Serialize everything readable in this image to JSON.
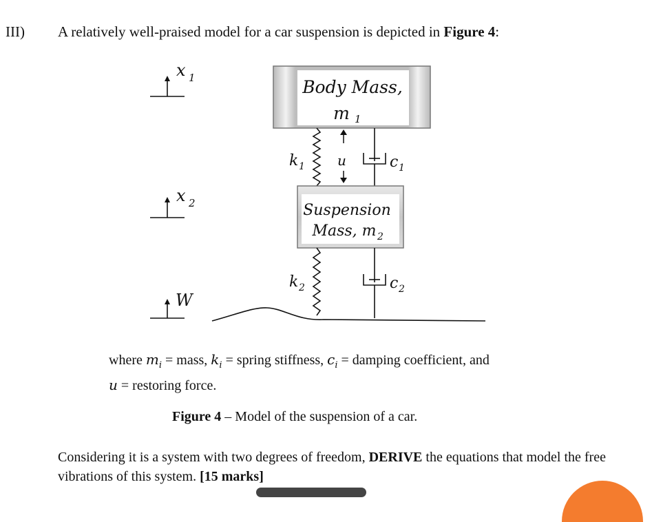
{
  "question": {
    "number": "III)",
    "intro_before": "A relatively well-praised model for a car suspension is depicted in ",
    "intro_bold": "Figure 4",
    "intro_after": ":"
  },
  "diagram": {
    "body_mass_line1": "Body Mass,",
    "body_mass_line2": "m",
    "body_mass_sub": "1",
    "suspension_line1": "Suspension",
    "suspension_line2": "Mass, m",
    "suspension_sub": "2",
    "k1": "k",
    "k1_sub": "1",
    "c1": "c",
    "c1_sub": "1",
    "k2": "k",
    "k2_sub": "2",
    "c2": "c",
    "c2_sub": "2",
    "u_label": "u",
    "x1": "x",
    "x1_sub": "1",
    "x2": "x",
    "x2_sub": "2",
    "w": "W"
  },
  "where": {
    "w1": "where ",
    "m": "m",
    "i": "i",
    "t1": " = mass, ",
    "k": "k",
    "t2": " = spring stiffness, ",
    "c": "c",
    "t3": " = damping coefficient, and",
    "u": "u",
    "t4": " = restoring force."
  },
  "caption": {
    "bold": "Figure 4",
    "rest": " – Model of the suspension of a car."
  },
  "paragraph": {
    "p1": "Considering it is a system with two degrees of freedom, ",
    "bold1": "DERIVE",
    "p2": " the equations that model the free vibrations of this system. ",
    "bold2": "[15 marks]"
  }
}
